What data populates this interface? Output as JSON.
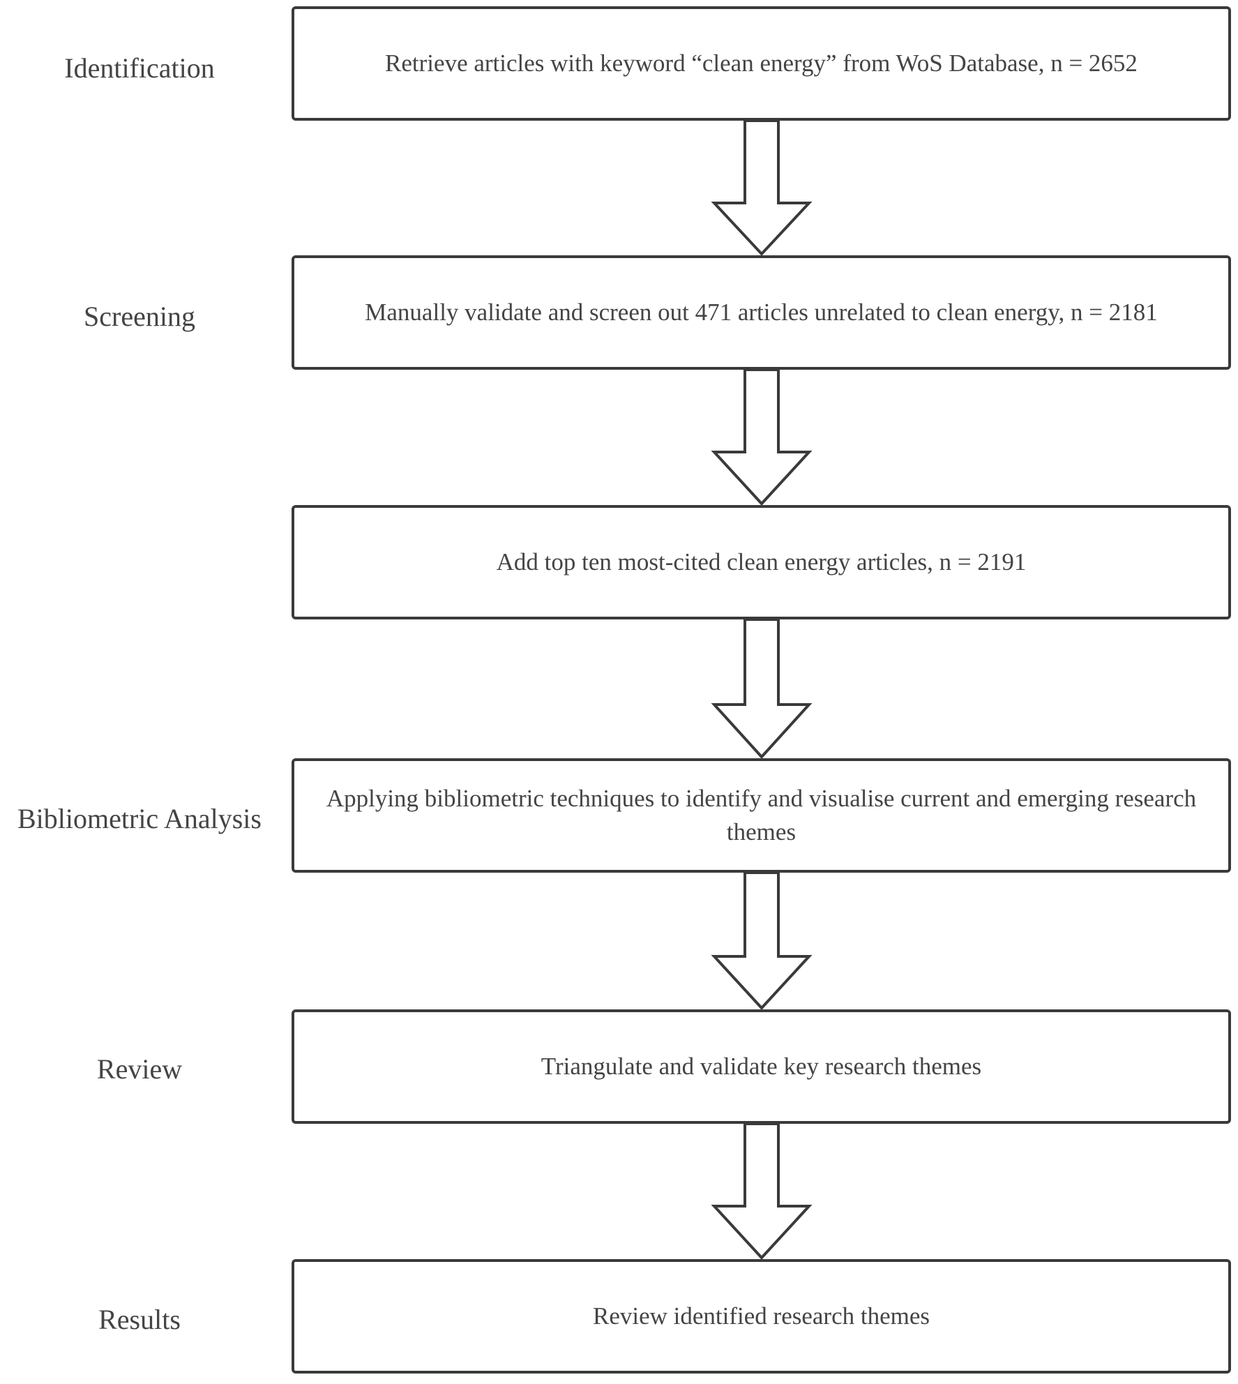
{
  "steps": [
    {
      "stage": "Identification",
      "text": "Retrieve articles with keyword “clean energy” from WoS Database, n = 2652"
    },
    {
      "stage": "Screening",
      "text": "Manually validate and screen out 471 articles unrelated to clean energy, n = 2181"
    },
    {
      "stage": "",
      "text": "Add top ten most-cited clean energy articles, n = 2191"
    },
    {
      "stage": "Bibliometric Analysis",
      "text": "Applying bibliometric techniques to identify and visualise current and emerging research themes"
    },
    {
      "stage": "Review",
      "text": "Triangulate and validate key research themes"
    },
    {
      "stage": "Results",
      "text": "Review identified research themes"
    }
  ],
  "colors": {
    "border": "#3a3a3a",
    "text": "#444444",
    "background": "#ffffff"
  }
}
